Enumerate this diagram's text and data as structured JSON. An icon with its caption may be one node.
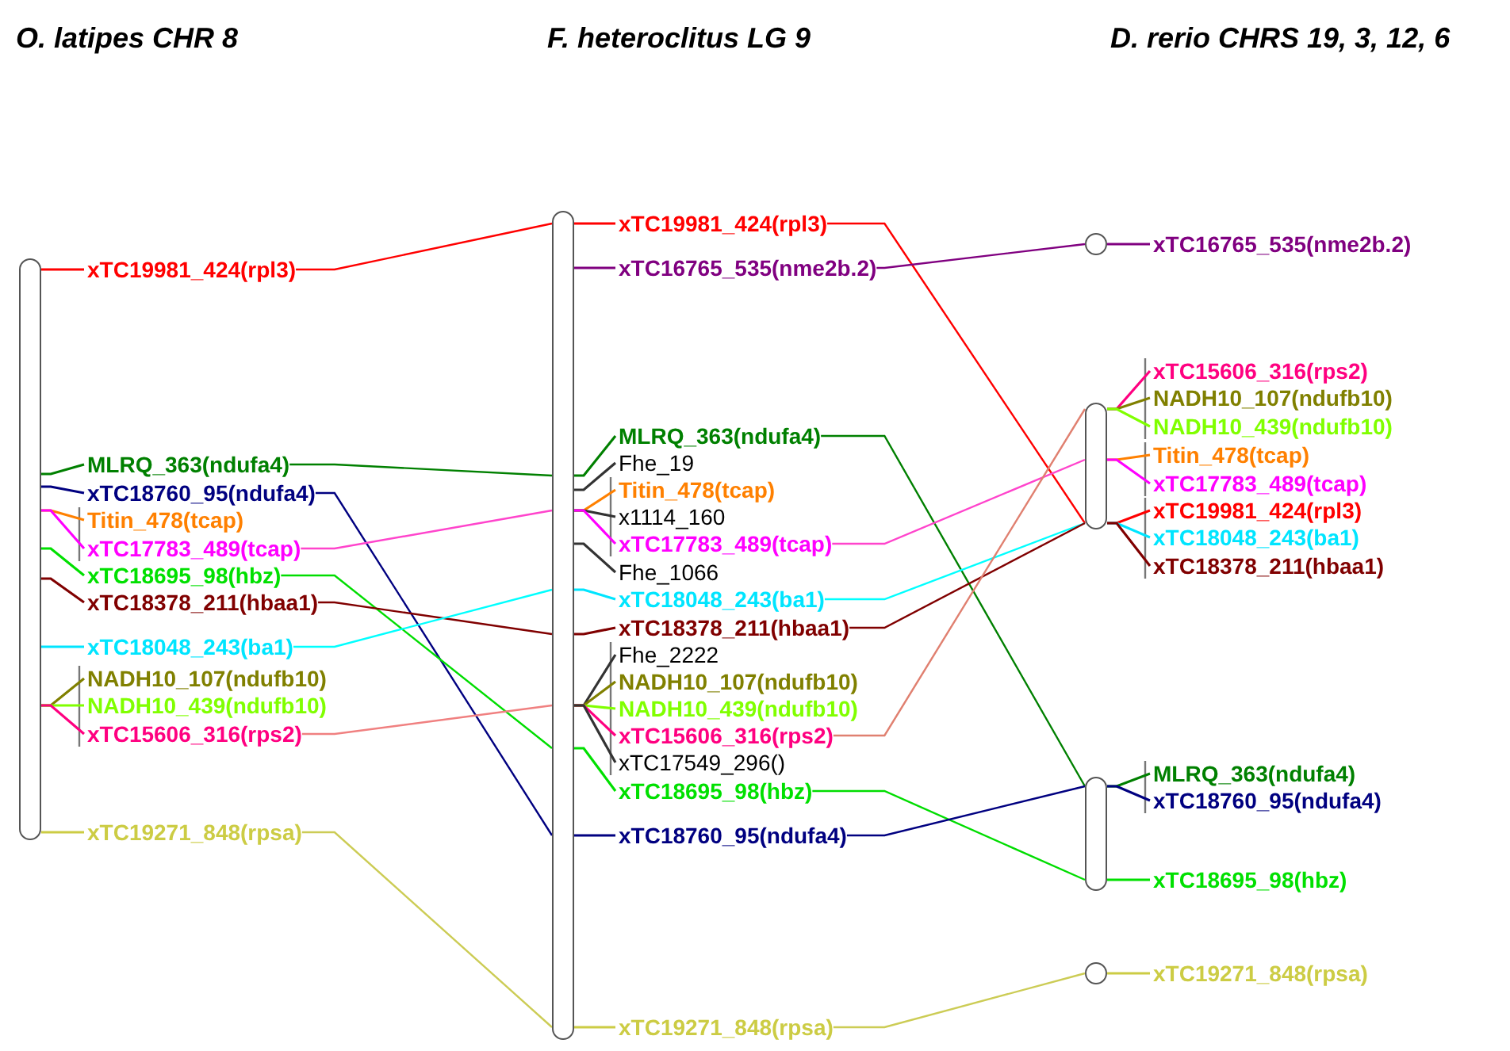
{
  "diagram": {
    "nodes": [
      {
        "text": [],
        "shape": "bar"
      },
      {
        "text": [
          "xTC19981_424(rpl3)"
        ]
      },
      {
        "text": [
          "MLRQ_363(ndufa4)"
        ]
      },
      {
        "text": [
          "xTC18760_95(ndufa4)"
        ]
      },
      {
        "text": [
          "Titin_478(tcap)"
        ]
      },
      {
        "text": [
          "xTC17783_489(tcap)"
        ]
      },
      {
        "text": [
          "xTC18695_98(hbz)"
        ]
      },
      {
        "text": [
          "xTC18378_211(hbaa1)"
        ]
      },
      {
        "text": [
          "xTC18048_243(ba1)"
        ]
      },
      {
        "text": [
          "NADH10_107(ndufb10)"
        ]
      },
      {
        "text": [
          "NADH10_439(ndufb10)"
        ]
      },
      {
        "text": [
          "xTC15606_316(rps2)"
        ]
      },
      {
        "text": [
          "xTC19271_848(rpsa)"
        ]
      },
      {
        "text": [],
        "shape": "bar"
      },
      {
        "text": [
          "xTC19981_424(rpl3)"
        ]
      },
      {
        "text": [
          "xTC16765_535(nme2b.2)"
        ]
      },
      {
        "text": [
          "MLRQ_363(ndufa4)"
        ]
      },
      {
        "text": [
          "Fhe_19"
        ]
      },
      {
        "text": [
          "Titin_478(tcap)"
        ]
      },
      {
        "text": [
          "x1114_160"
        ]
      },
      {
        "text": [
          "xTC17783_489(tcap)"
        ]
      },
      {
        "text": [
          "Fhe_1066"
        ]
      },
      {
        "text": [
          "xTC18048_243(ba1)"
        ]
      },
      {
        "text": [
          "xTC18378_211(hbaa1)"
        ]
      },
      {
        "text": [
          "Fhe_2222"
        ]
      },
      {
        "text": [
          "NADH10_107(ndufb10)"
        ]
      },
      {
        "text": [
          "NADH10_439(ndufb10)"
        ]
      },
      {
        "text": [
          "xTC15606_316(rps2)"
        ]
      },
      {
        "text": [
          "xTC17549_296()"
        ]
      },
      {
        "text": [
          "xTC18695_98(hbz)"
        ]
      },
      {
        "text": [
          "xTC18760_95(ndufa4)"
        ]
      },
      {
        "text": [
          "xTC19271_848(rpsa)"
        ]
      },
      {
        "text": [],
        "shape": "circle"
      },
      {
        "text": [
          "xTC16765_535(nme2b.2)"
        ]
      },
      {
        "text": [],
        "shape": "bar"
      },
      {
        "text": [
          "xTC15606_316(rps2)"
        ]
      },
      {
        "text": [
          "NADH10_107(ndufb10)"
        ]
      },
      {
        "text": [
          "NADH10_439(ndufb10)"
        ]
      },
      {
        "text": [
          "Titin_478(tcap)"
        ]
      },
      {
        "text": [
          "xTC17783_489(tcap)"
        ]
      },
      {
        "text": [
          "xTC19981_424(rpl3)"
        ]
      },
      {
        "text": [
          "xTC18048_243(ba1)"
        ]
      },
      {
        "text": [
          "xTC18378_211(hbaa1)"
        ]
      },
      {
        "text": [],
        "shape": "bar"
      },
      {
        "text": [
          "MLRQ_363(ndufa4)"
        ]
      },
      {
        "text": [
          "xTC18760_95(ndufa4)"
        ]
      },
      {
        "text": [
          "xTC18695_98(hbz)"
        ]
      },
      {
        "text": [],
        "shape": "circle"
      },
      {
        "text": [
          "xTC19271_848(rpsa)"
        ]
      }
    ],
    "edges": [
      {
        "from": 1,
        "to": 13,
        "arrow": "none",
        "color": "#ff0000"
      },
      {
        "from": 2,
        "to": 13,
        "arrow": "none",
        "color": "#008000"
      },
      {
        "from": 3,
        "to": 13,
        "arrow": "none",
        "color": "#000080"
      },
      {
        "from": 5,
        "to": 13,
        "arrow": "none",
        "color": "#ff44cc"
      },
      {
        "from": 6,
        "to": 13,
        "arrow": "none",
        "color": "#00dd00"
      },
      {
        "from": 7,
        "to": 13,
        "arrow": "none",
        "color": "#800000"
      },
      {
        "from": 8,
        "to": 13,
        "arrow": "none",
        "color": "#00ffff"
      },
      {
        "from": 11,
        "to": 13,
        "arrow": "none",
        "color": "#f08080"
      },
      {
        "from": 12,
        "to": 13,
        "arrow": "none",
        "color": "#cccc55"
      },
      {
        "from": 14,
        "to": 34,
        "arrow": "none",
        "color": "#ff0000"
      },
      {
        "from": 15,
        "to": 32,
        "arrow": "none",
        "color": "#800080"
      },
      {
        "from": 16,
        "to": 43,
        "arrow": "none",
        "color": "#008000"
      },
      {
        "from": 20,
        "to": 34,
        "arrow": "none",
        "color": "#ff44cc"
      },
      {
        "from": 22,
        "to": 34,
        "arrow": "none",
        "color": "#00ffff"
      },
      {
        "from": 23,
        "to": 34,
        "arrow": "none",
        "color": "#800000"
      },
      {
        "from": 27,
        "to": 34,
        "arrow": "none",
        "color": "#e08070"
      },
      {
        "from": 29,
        "to": 43,
        "arrow": "none",
        "color": "#00dd00"
      },
      {
        "from": 30,
        "to": 43,
        "arrow": "none",
        "color": "#000080"
      },
      {
        "from": 31,
        "to": 47,
        "arrow": "none",
        "color": "#cccc55"
      },
      {
        "from": 0,
        "to": 1,
        "arrow": "none",
        "color": "#ff0000"
      },
      {
        "from": 0,
        "to": 2,
        "arrow": "none",
        "color": "#008000"
      },
      {
        "from": 0,
        "to": 3,
        "arrow": "none",
        "color": "#000080"
      },
      {
        "from": 0,
        "to": 4,
        "arrow": "none",
        "color": "#ff8000"
      },
      {
        "from": 0,
        "to": 5,
        "arrow": "none",
        "color": "#ff00ff"
      },
      {
        "from": 0,
        "to": 6,
        "arrow": "none",
        "color": "#00e000"
      },
      {
        "from": 0,
        "to": 7,
        "arrow": "none",
        "color": "#800000"
      },
      {
        "from": 0,
        "to": 8,
        "arrow": "none",
        "color": "#00e5ff"
      },
      {
        "from": 0,
        "to": 9,
        "arrow": "none",
        "color": "#808000"
      },
      {
        "from": 0,
        "to": 10,
        "arrow": "none",
        "color": "#80ff00"
      },
      {
        "from": 0,
        "to": 11,
        "arrow": "none",
        "color": "#ff0080"
      },
      {
        "from": 0,
        "to": 12,
        "arrow": "none",
        "color": "#cccc44"
      },
      {
        "from": 13,
        "to": 14,
        "arrow": "none",
        "color": "#ff0000"
      },
      {
        "from": 13,
        "to": 15,
        "arrow": "none",
        "color": "#800080"
      },
      {
        "from": 13,
        "to": 16,
        "arrow": "none",
        "color": "#008000"
      },
      {
        "from": 13,
        "to": 17,
        "arrow": "none",
        "color": "#333333"
      },
      {
        "from": 13,
        "to": 18,
        "arrow": "none",
        "color": "#ff8000"
      },
      {
        "from": 13,
        "to": 19,
        "arrow": "none",
        "color": "#333333"
      },
      {
        "from": 13,
        "to": 20,
        "arrow": "none",
        "color": "#ff00ff"
      },
      {
        "from": 13,
        "to": 21,
        "arrow": "none",
        "color": "#333333"
      },
      {
        "from": 13,
        "to": 22,
        "arrow": "none",
        "color": "#00e5ff"
      },
      {
        "from": 13,
        "to": 23,
        "arrow": "none",
        "color": "#800000"
      },
      {
        "from": 13,
        "to": 24,
        "arrow": "none",
        "color": "#333333"
      },
      {
        "from": 13,
        "to": 25,
        "arrow": "none",
        "color": "#808000"
      },
      {
        "from": 13,
        "to": 26,
        "arrow": "none",
        "color": "#80ff00"
      },
      {
        "from": 13,
        "to": 27,
        "arrow": "none",
        "color": "#ff0080"
      },
      {
        "from": 13,
        "to": 28,
        "arrow": "none",
        "color": "#333333"
      },
      {
        "from": 13,
        "to": 29,
        "arrow": "none",
        "color": "#00e000"
      },
      {
        "from": 13,
        "to": 30,
        "arrow": "none",
        "color": "#000080"
      },
      {
        "from": 13,
        "to": 31,
        "arrow": "none",
        "color": "#cccc44"
      },
      {
        "from": 32,
        "to": 33,
        "arrow": "none",
        "color": "#800080"
      },
      {
        "from": 34,
        "to": 35,
        "arrow": "none",
        "color": "#ff0080"
      },
      {
        "from": 34,
        "to": 36,
        "arrow": "none",
        "color": "#808000"
      },
      {
        "from": 34,
        "to": 37,
        "arrow": "none",
        "color": "#80ff00"
      },
      {
        "from": 34,
        "to": 38,
        "arrow": "none",
        "color": "#ff8000"
      },
      {
        "from": 34,
        "to": 39,
        "arrow": "none",
        "color": "#ff00ff"
      },
      {
        "from": 34,
        "to": 40,
        "arrow": "none",
        "color": "#ff0000"
      },
      {
        "from": 34,
        "to": 41,
        "arrow": "none",
        "color": "#00e5ff"
      },
      {
        "from": 34,
        "to": 42,
        "arrow": "none",
        "color": "#800000"
      },
      {
        "from": 43,
        "to": 44,
        "arrow": "none",
        "color": "#008000"
      },
      {
        "from": 43,
        "to": 45,
        "arrow": "none",
        "color": "#000080"
      },
      {
        "from": 43,
        "to": 46,
        "arrow": "none",
        "color": "#00e000"
      },
      {
        "from": 47,
        "to": 48,
        "arrow": "none",
        "color": "#cccc44"
      }
    ],
    "labels": [
      "O. latipes CHR 8",
      "F. heteroclitus LG 9",
      "D. rerio CHRS 19, 3, 12, 6"
    ]
  }
}
